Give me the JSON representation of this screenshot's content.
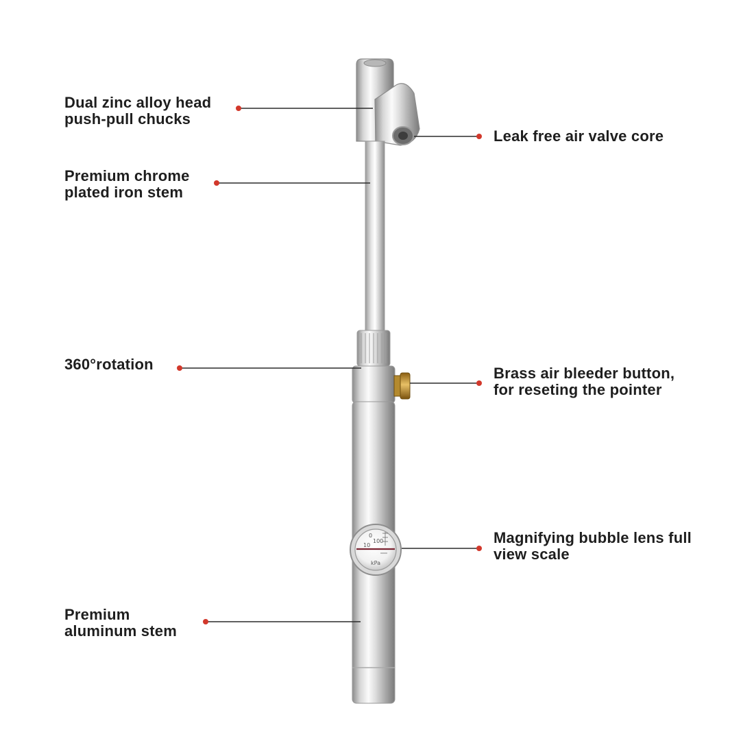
{
  "colors": {
    "dot": "#d2382b",
    "line": "#2a2a2a",
    "text": "#1e1e1e",
    "brass": "#c99a3a"
  },
  "gauge": {
    "tick_top": "0",
    "tick_mid": "100",
    "tick_left": "10",
    "unit": "kPa"
  },
  "callouts": [
    {
      "id": "dual-head",
      "lines": [
        "Dual zinc alloy head",
        "push-pull chucks"
      ]
    },
    {
      "id": "air-valve-core",
      "lines": [
        "Leak free air valve core"
      ]
    },
    {
      "id": "chrome-stem",
      "lines": [
        "Premium chrome",
        "plated iron stem"
      ]
    },
    {
      "id": "rotation",
      "lines": [
        "360°rotation"
      ]
    },
    {
      "id": "bleeder-button",
      "lines": [
        "Brass air bleeder button,",
        "for reseting the pointer"
      ]
    },
    {
      "id": "bubble-lens",
      "lines": [
        "Magnifying bubble lens full",
        "view scale"
      ]
    },
    {
      "id": "aluminum-stem",
      "lines": [
        "Premium",
        "aluminum stem"
      ]
    }
  ]
}
